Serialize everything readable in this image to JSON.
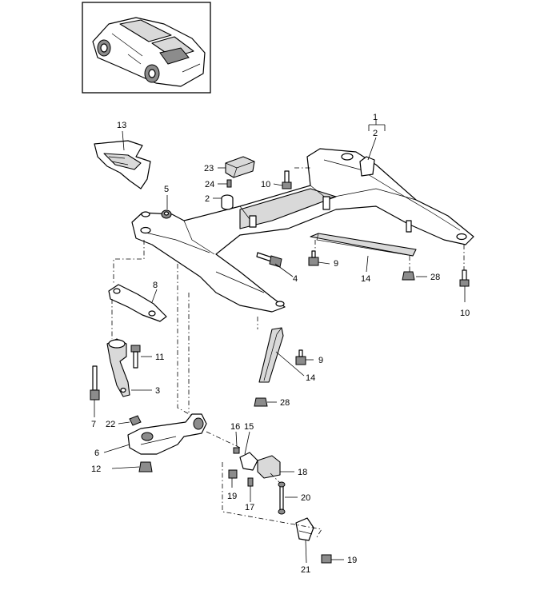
{
  "callouts": [
    {
      "id": "c1",
      "text": "1"
    },
    {
      "id": "c2",
      "text": "2"
    },
    {
      "id": "c2b",
      "text": "2"
    },
    {
      "id": "c3",
      "text": "3"
    },
    {
      "id": "c4",
      "text": "4"
    },
    {
      "id": "c5",
      "text": "5"
    },
    {
      "id": "c6",
      "text": "6"
    },
    {
      "id": "c7",
      "text": "7"
    },
    {
      "id": "c8",
      "text": "8"
    },
    {
      "id": "c9a",
      "text": "9"
    },
    {
      "id": "c9b",
      "text": "9"
    },
    {
      "id": "c10a",
      "text": "10"
    },
    {
      "id": "c10b",
      "text": "10"
    },
    {
      "id": "c11",
      "text": "11"
    },
    {
      "id": "c12",
      "text": "12"
    },
    {
      "id": "c13",
      "text": "13"
    },
    {
      "id": "c14a",
      "text": "14"
    },
    {
      "id": "c14b",
      "text": "14"
    },
    {
      "id": "c15",
      "text": "15"
    },
    {
      "id": "c16",
      "text": "16"
    },
    {
      "id": "c17",
      "text": "17"
    },
    {
      "id": "c18",
      "text": "18"
    },
    {
      "id": "c19a",
      "text": "19"
    },
    {
      "id": "c19b",
      "text": "19"
    },
    {
      "id": "c20",
      "text": "20"
    },
    {
      "id": "c21",
      "text": "21"
    },
    {
      "id": "c22",
      "text": "22"
    },
    {
      "id": "c23",
      "text": "23"
    },
    {
      "id": "c24",
      "text": "24"
    },
    {
      "id": "c28a",
      "text": "28"
    },
    {
      "id": "c28b",
      "text": "28"
    }
  ],
  "colors": {
    "line": "#000000",
    "shade": "#d9d9d9",
    "dark": "#8c8c8c",
    "background": "#ffffff"
  }
}
